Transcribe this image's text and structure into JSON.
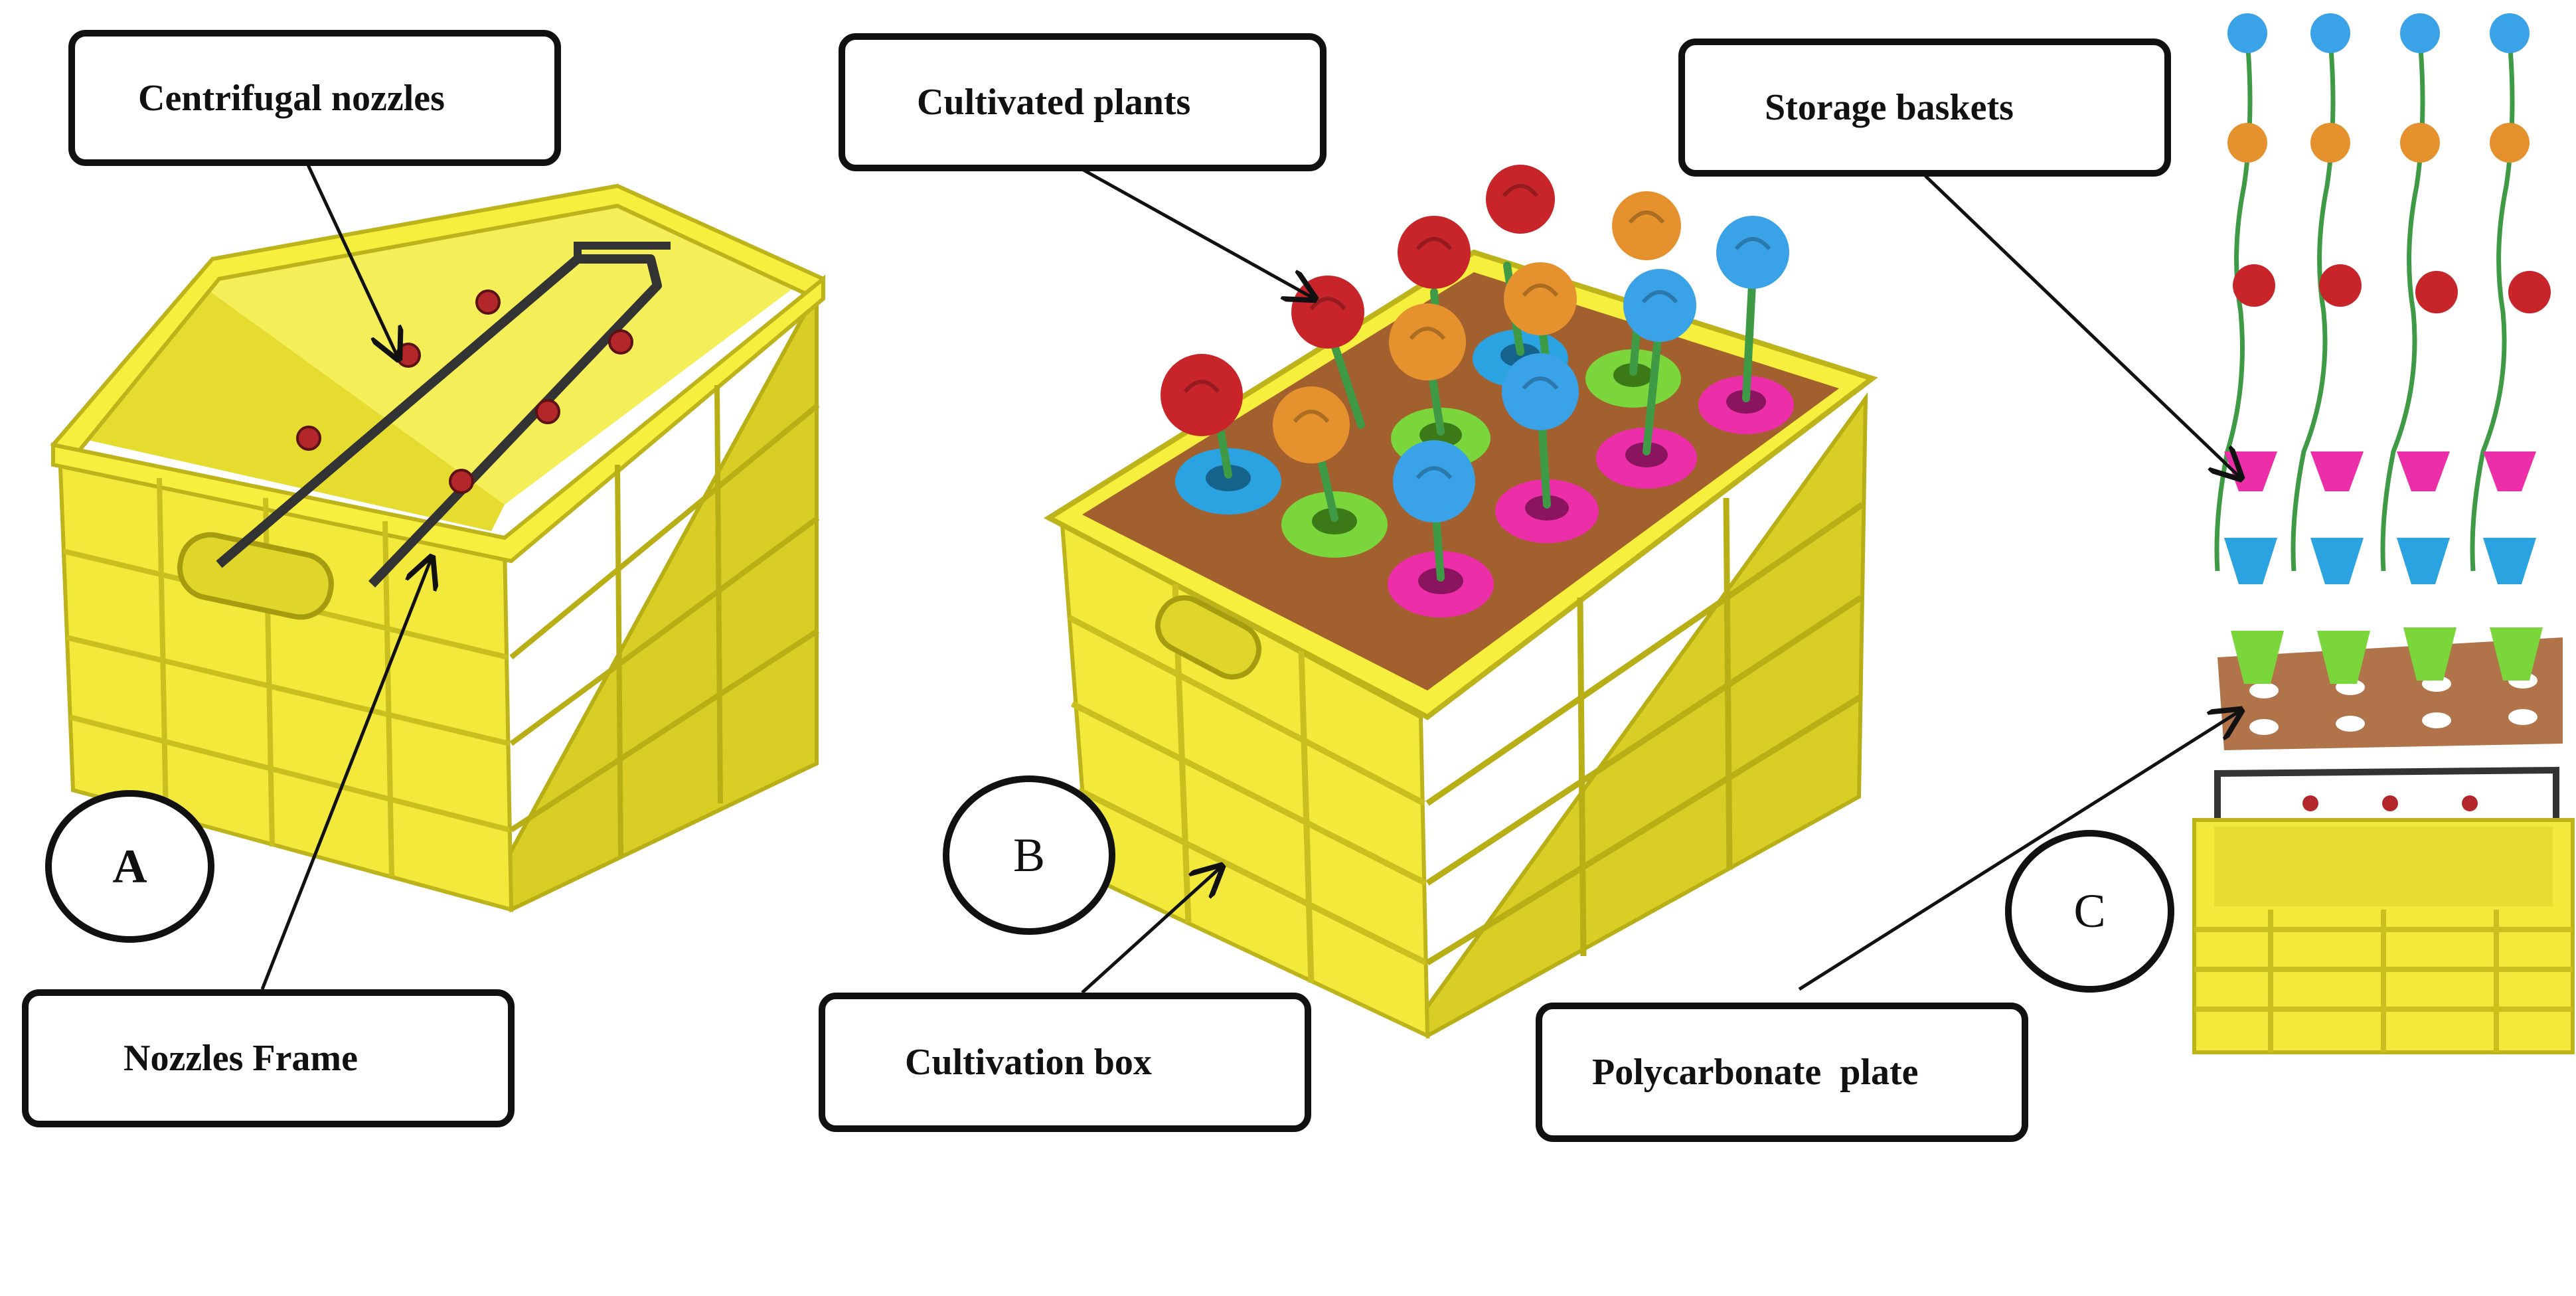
{
  "labels": {
    "centrifugal_nozzles": "Centrifugal nozzles",
    "cultivated_plants": "Cultivated plants",
    "storage_baskets": "Storage baskets",
    "nozzles_frame": "Nozzles Frame",
    "cultivation_box": "Cultivation box",
    "polycarbonate_plate": "Polycarbonate  plate"
  },
  "panels": {
    "a": "A",
    "b": "B",
    "c": "C"
  },
  "colors": {
    "box_yellow": "#f2e93a",
    "box_shadow": "#c9bf1f",
    "soil_brown": "#a2602e",
    "plate_brown": "#b0734a",
    "ring_blue": "#2aa3e0",
    "ring_green": "#7ad63a",
    "ring_pink": "#ec2fa9",
    "rose_red": "#c8252a",
    "rose_orange": "#e5922e",
    "rose_blue": "#3aa2e6",
    "stem_green": "#3f9a46",
    "nozzle_red": "#b3262a"
  }
}
